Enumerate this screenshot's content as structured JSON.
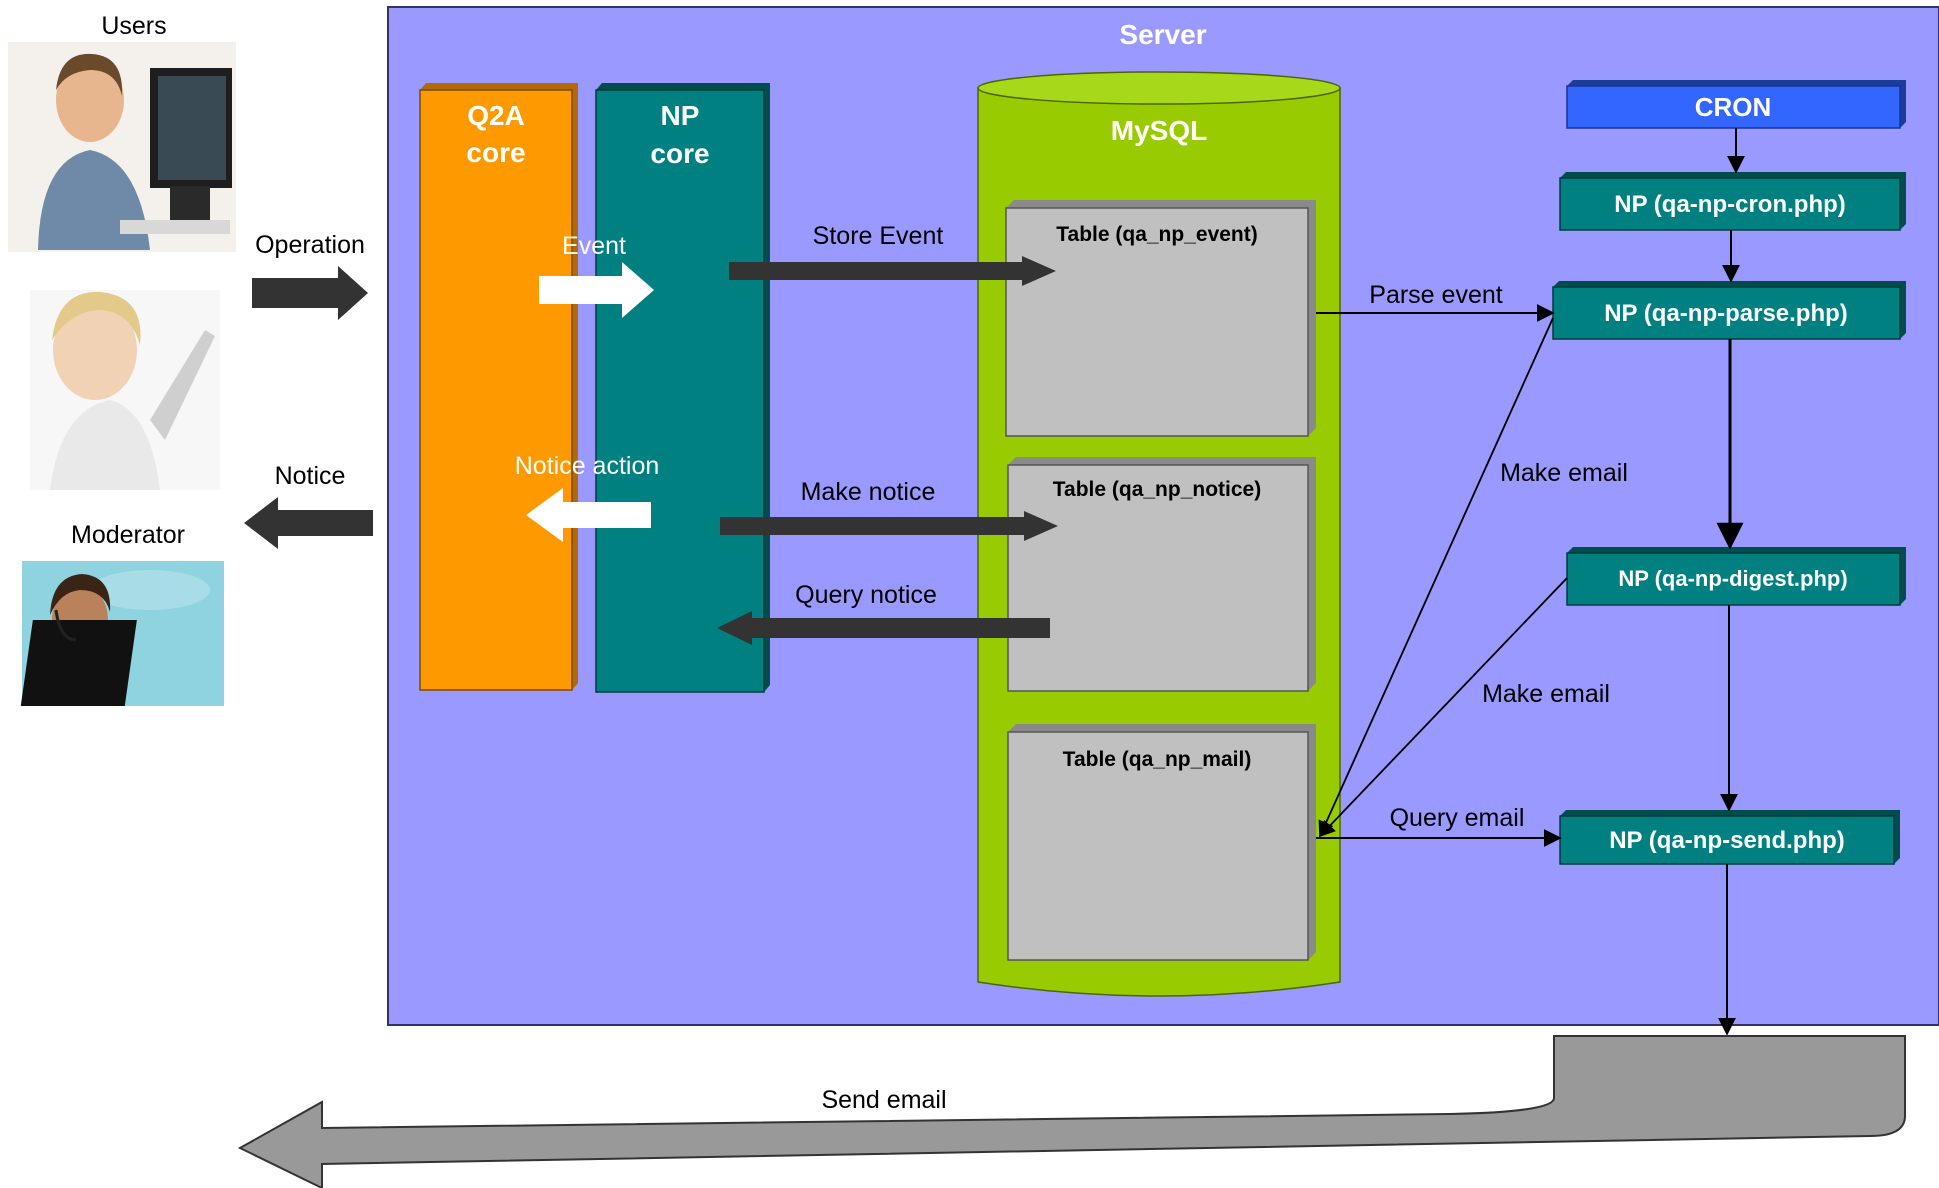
{
  "actors": {
    "users": "Users",
    "moderator": "Moderator"
  },
  "labels": {
    "operation": "Operation",
    "notice": "Notice",
    "server": "Server",
    "store_event": "Store Event",
    "make_notice": "Make notice",
    "query_notice": "Query notice",
    "event": "Event",
    "notice_action": "Notice action",
    "parse_event": "Parse event",
    "make_email_1": "Make email",
    "make_email_2": "Make email",
    "query_email": "Query email",
    "send_email": "Send email"
  },
  "components": {
    "q2a_line1": "Q2A",
    "q2a_line2": "core",
    "np_line1": "NP",
    "np_line2": "core",
    "mysql": "MySQL",
    "table_event": "Table (qa_np_event)",
    "table_notice": "Table (qa_np_notice)",
    "table_mail": "Table (qa_np_mail)",
    "cron": "CRON",
    "np_cron": "NP (qa-np-cron.php)",
    "np_parse": "NP (qa-np-parse.php)",
    "np_digest": "NP (qa-np-digest.php)",
    "np_send": "NP (qa-np-send.php)"
  },
  "colors": {
    "server_bg": "#9999ff",
    "q2a": "#ff9900",
    "np_core": "#008080",
    "mysql": "#99cc00",
    "table": "#c0c0c0",
    "cron": "#3366ff",
    "np_module": "#008080",
    "dark_arrow": "#333333",
    "send_arrow": "#999999"
  }
}
